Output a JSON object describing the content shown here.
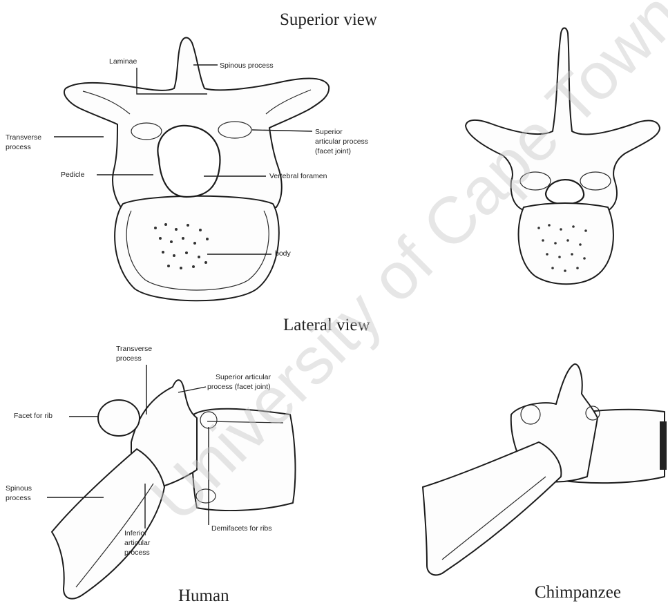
{
  "headings": {
    "superior_view": "Superior view",
    "lateral_view": "Lateral view",
    "human": "Human",
    "chimpanzee": "Chimpanzee"
  },
  "superior_labels": {
    "laminae": "Laminae",
    "spinous_process": "Spinous process",
    "transverse_process_1": "Transverse",
    "transverse_process_2": "process",
    "superior_articular_1": "Superior",
    "superior_articular_2": "articular process",
    "superior_articular_3": "(facet joint)",
    "pedicle": "Pedicle",
    "vertebral_foramen": "Vertebral foramen",
    "body": "body"
  },
  "lateral_labels": {
    "transverse_process_1": "Transverse",
    "transverse_process_2": "process",
    "superior_articular_1": "Superior articular",
    "superior_articular_2": "process (facet joint)",
    "facet_for_rib": "Facet for rib",
    "spinous_process_1": "Spinous",
    "spinous_process_2": "process",
    "demifacets": "Demifacets for ribs",
    "inferior_articular_1": "Inferior",
    "inferior_articular_2": "articular",
    "inferior_articular_3": "process"
  },
  "watermark": "University of Cape Town"
}
